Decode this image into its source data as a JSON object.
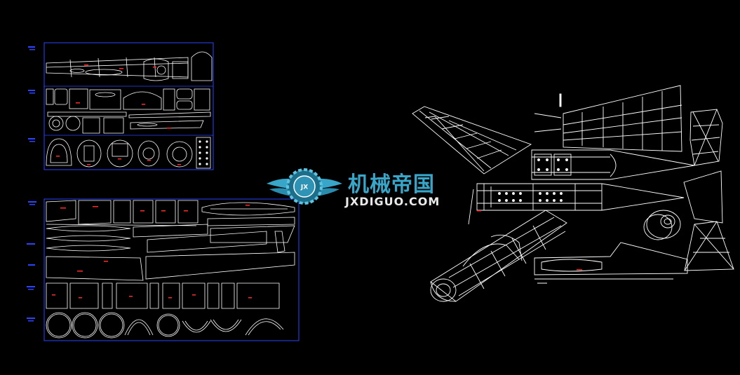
{
  "watermark": {
    "badge_text": "JX",
    "title_cn": "机械帝国",
    "title_en": "JXDIGUO.COM"
  },
  "colors": {
    "background": "#000000",
    "line": "#ffffff",
    "frame": "#2d44ff",
    "part_label": "#ff2a2a",
    "watermark_cn": "#37a6c9"
  }
}
